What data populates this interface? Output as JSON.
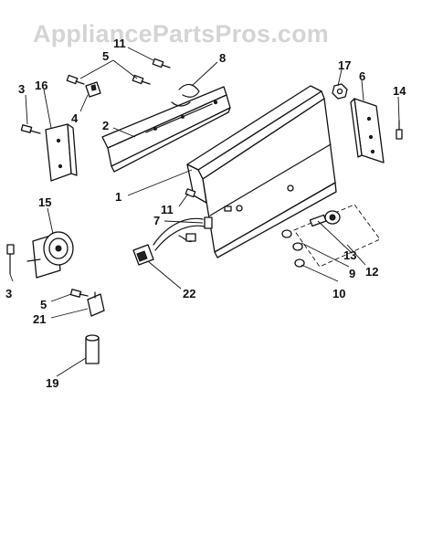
{
  "watermark": "AppliancePartsPros.com",
  "callouts": {
    "c1": "1",
    "c2": "2",
    "c3a": "3",
    "c3b": "3",
    "c4": "4",
    "c5a": "5",
    "c5b": "5",
    "c6": "6",
    "c7": "7",
    "c8": "8",
    "c9": "9",
    "c10": "10",
    "c11a": "11",
    "c11b": "11",
    "c12": "12",
    "c13": "13",
    "c14": "14",
    "c15": "15",
    "c16": "16",
    "c17": "17",
    "c19": "19",
    "c21": "21",
    "c22": "22"
  }
}
